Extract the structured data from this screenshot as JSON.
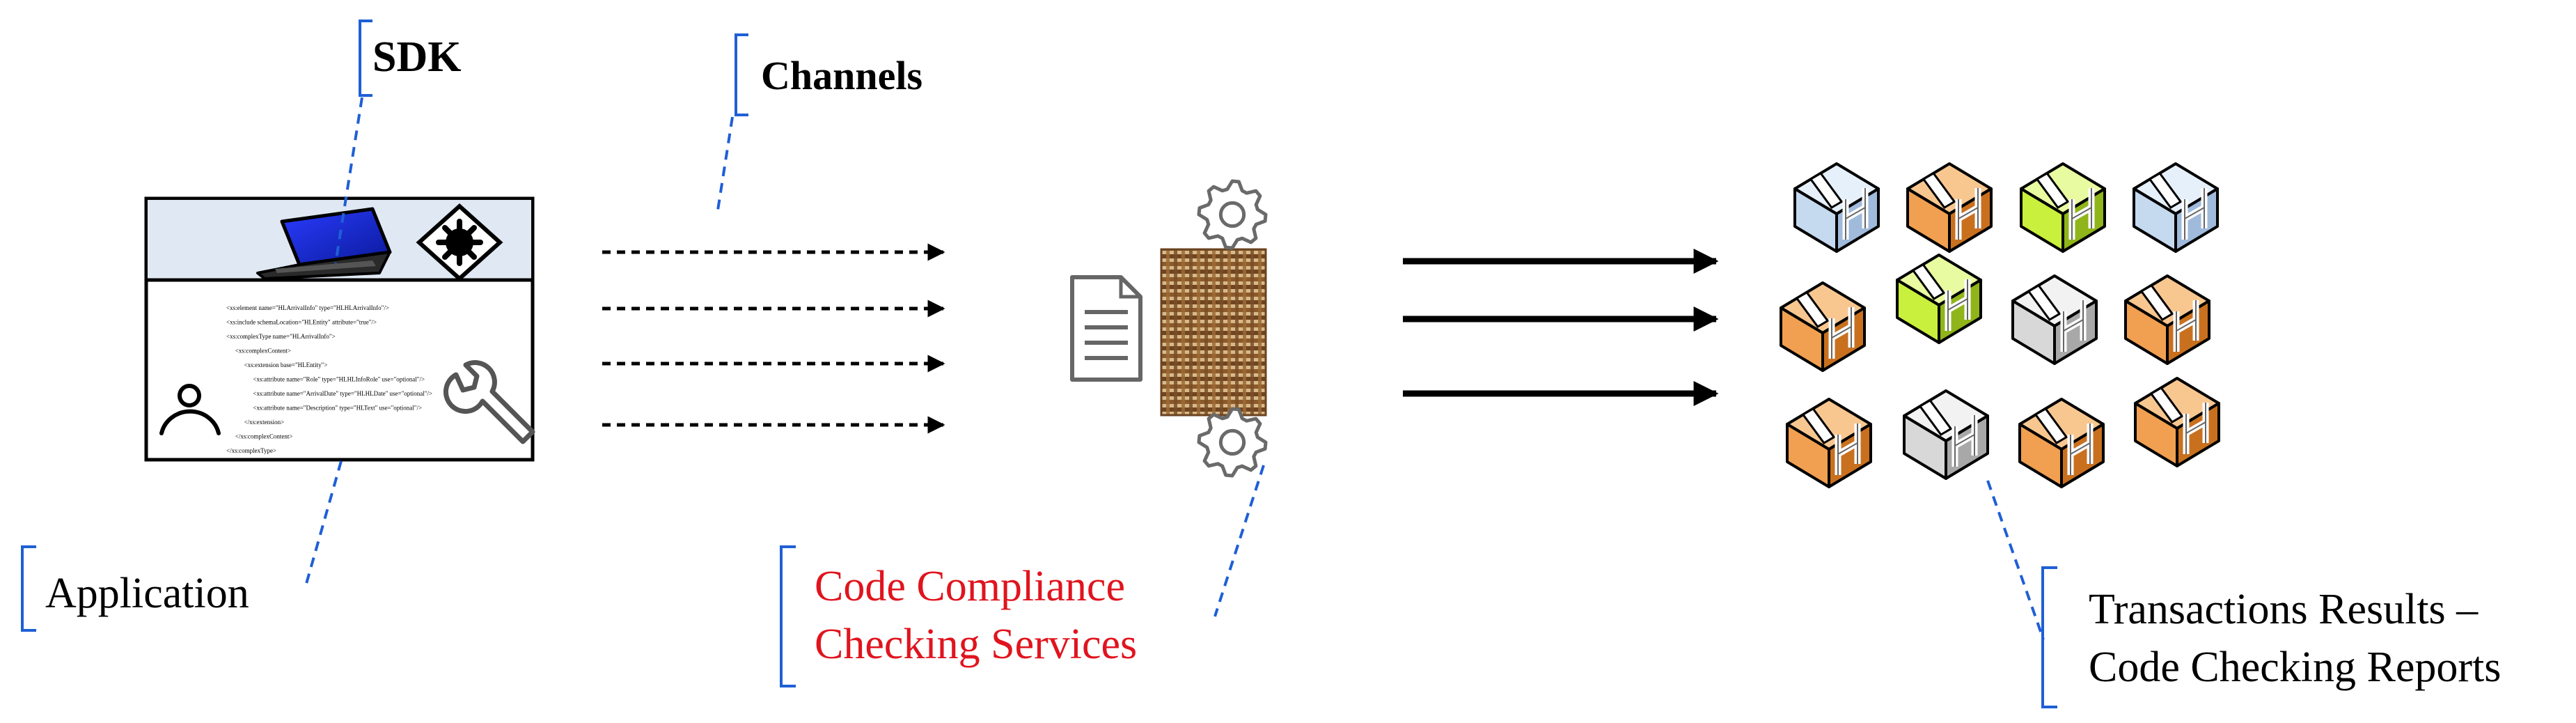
{
  "labels": {
    "sdk": "SDK",
    "channels": "Channels",
    "application": "Application",
    "compliance_line1": "Code Compliance",
    "compliance_line2": "Checking Services",
    "results_line1": "Transactions Results –",
    "results_line2": "Code Checking Reports"
  },
  "colors": {
    "callout_blue": "#1f5fd6",
    "highlight_red": "#e0141e",
    "panel_header": "#dfe8f3",
    "filter_brown": "#8a5a2b",
    "gear_gray": "#6a6a6a",
    "box_blue": "#c5d9ef",
    "box_orange": "#f0a050",
    "box_lime": "#c8f03c",
    "box_gray": "#d8d8d8"
  },
  "icons": {
    "application_panel": [
      "laptop-icon",
      "snowflake-diamond-icon",
      "wrench-icon",
      "user-arc-icon"
    ],
    "service": [
      "document-icon",
      "gear-icon",
      "filter-grid-icon"
    ],
    "results": "package-box-icon"
  },
  "xml_snippet": [
    "<xs:element  name=\"HLArrivalInfo\"  type=\"HLHLArrivalInfo\"/>",
    "<xs:include schemaLocation=\"HLEntity\" attribute=\"true\"/>",
    "<xs:complexType   name=\"HLArrivalInfo\">",
    "<xs:complexContent>",
    "<xs:extension  base=\"HLEntity\">",
    "<xs:attribute  name=\"Role\"  type=\"HLHLInfoRole\"  use=\"optional\"/>",
    "<xs:attribute  name=\"ArrivalDate\"  type=\"HLHLDate\"  use=\"optional\"/>",
    "<xs:attribute  name=\"Description\"  type=\"HLText\"  use=\"optional\"/>",
    "</xs:extension>",
    "</xs:complexContent>",
    "</xs:complexType>"
  ],
  "result_boxes": [
    "blue",
    "orange",
    "lime",
    "blue",
    "orange",
    "lime",
    "gray",
    "orange",
    "orange",
    "gray",
    "orange",
    "orange"
  ]
}
